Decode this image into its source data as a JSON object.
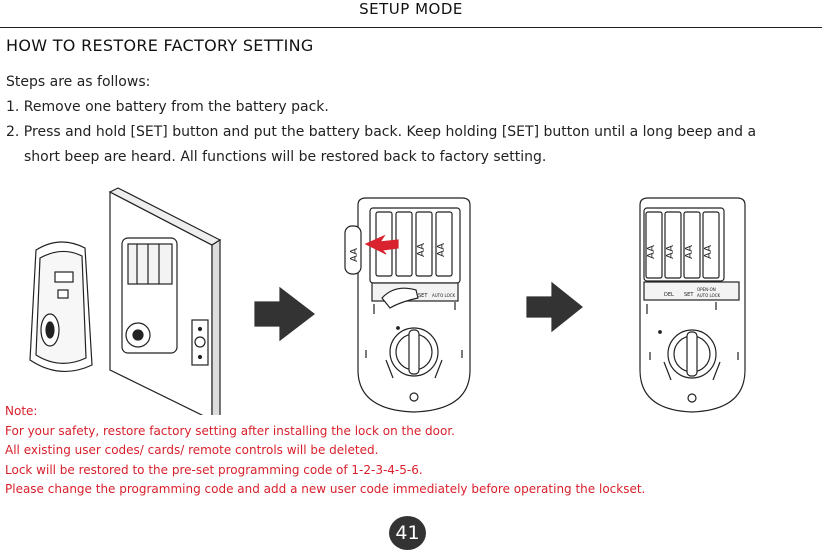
{
  "header": {
    "title": "SETUP MODE"
  },
  "section": {
    "title": "HOW TO RESTORE FACTORY SETTING"
  },
  "steps": {
    "intro": "Steps are as follows:",
    "step1": "1. Remove one battery from the battery pack.",
    "step2_line1": "2. Press and hold [SET] button and put the battery back. Keep holding [SET] button until a long beep and a",
    "step2_line2": "short beep are heard. All functions will be restored back to factory setting."
  },
  "figure": {
    "battery_label": "AA",
    "panel_label_set": "SET",
    "panel_label_del": "DEL",
    "panel_label_autolock": "AUTO LOCK",
    "panel_label_onoff": "OPEN-ON"
  },
  "note": {
    "title": "Note:",
    "line1": "For your safety, restore factory setting after installing the lock on the door.",
    "line2": "All existing user codes/ cards/ remote controls will be deleted.",
    "line3": "Lock will be restored to the pre-set programming code of 1-2-3-4-5-6.",
    "line4": "Please change the programming code and add a new user code immediately before operating the lockset."
  },
  "page": {
    "number": "41"
  },
  "colors": {
    "note_red": "#d91f2b",
    "arrow": "#333333",
    "hand_red": "#d9232e"
  }
}
